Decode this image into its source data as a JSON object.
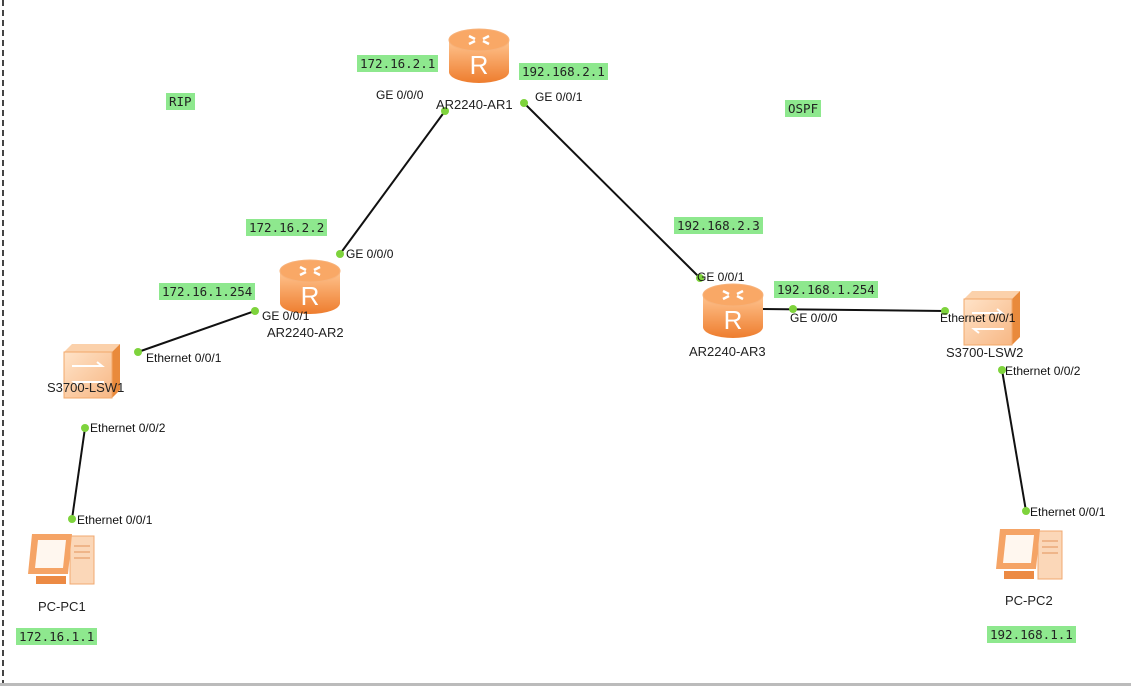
{
  "areas": {
    "rip": "RIP",
    "ospf": "OSPF"
  },
  "devices": {
    "ar1": {
      "name": "AR2240-AR1",
      "ports": {
        "g0": "GE 0/0/0",
        "g1": "GE 0/0/1"
      },
      "ips": {
        "g0": "172.16.2.1",
        "g1": "192.168.2.1"
      }
    },
    "ar2": {
      "name": "AR2240-AR2",
      "ports": {
        "g0": "GE 0/0/0",
        "g1": "GE 0/0/1"
      },
      "ips": {
        "g0": "172.16.2.2",
        "g1": "172.16.1.254"
      }
    },
    "ar3": {
      "name": "AR2240-AR3",
      "ports": {
        "g0": "GE 0/0/0",
        "g1": "GE 0/0/1"
      },
      "ips": {
        "g0": "192.168.1.254",
        "g1": "192.168.2.3"
      }
    },
    "lsw1": {
      "name": "S3700-LSW1",
      "ports": {
        "e1": "Ethernet 0/0/1",
        "e2": "Ethernet 0/0/2"
      }
    },
    "lsw2": {
      "name": "S3700-LSW2",
      "ports": {
        "e1": "Ethernet 0/0/1",
        "e2": "Ethernet 0/0/2"
      }
    },
    "pc1": {
      "name": "PC-PC1",
      "port": "Ethernet 0/0/1",
      "ip": "172.16.1.1"
    },
    "pc2": {
      "name": "PC-PC2",
      "port": "Ethernet 0/0/1",
      "ip": "192.168.1.1"
    }
  },
  "colors": {
    "link": "#111111",
    "port_dot": "#7ed33c",
    "ip_bg": "#8ee88e",
    "device": "#f0924a"
  }
}
